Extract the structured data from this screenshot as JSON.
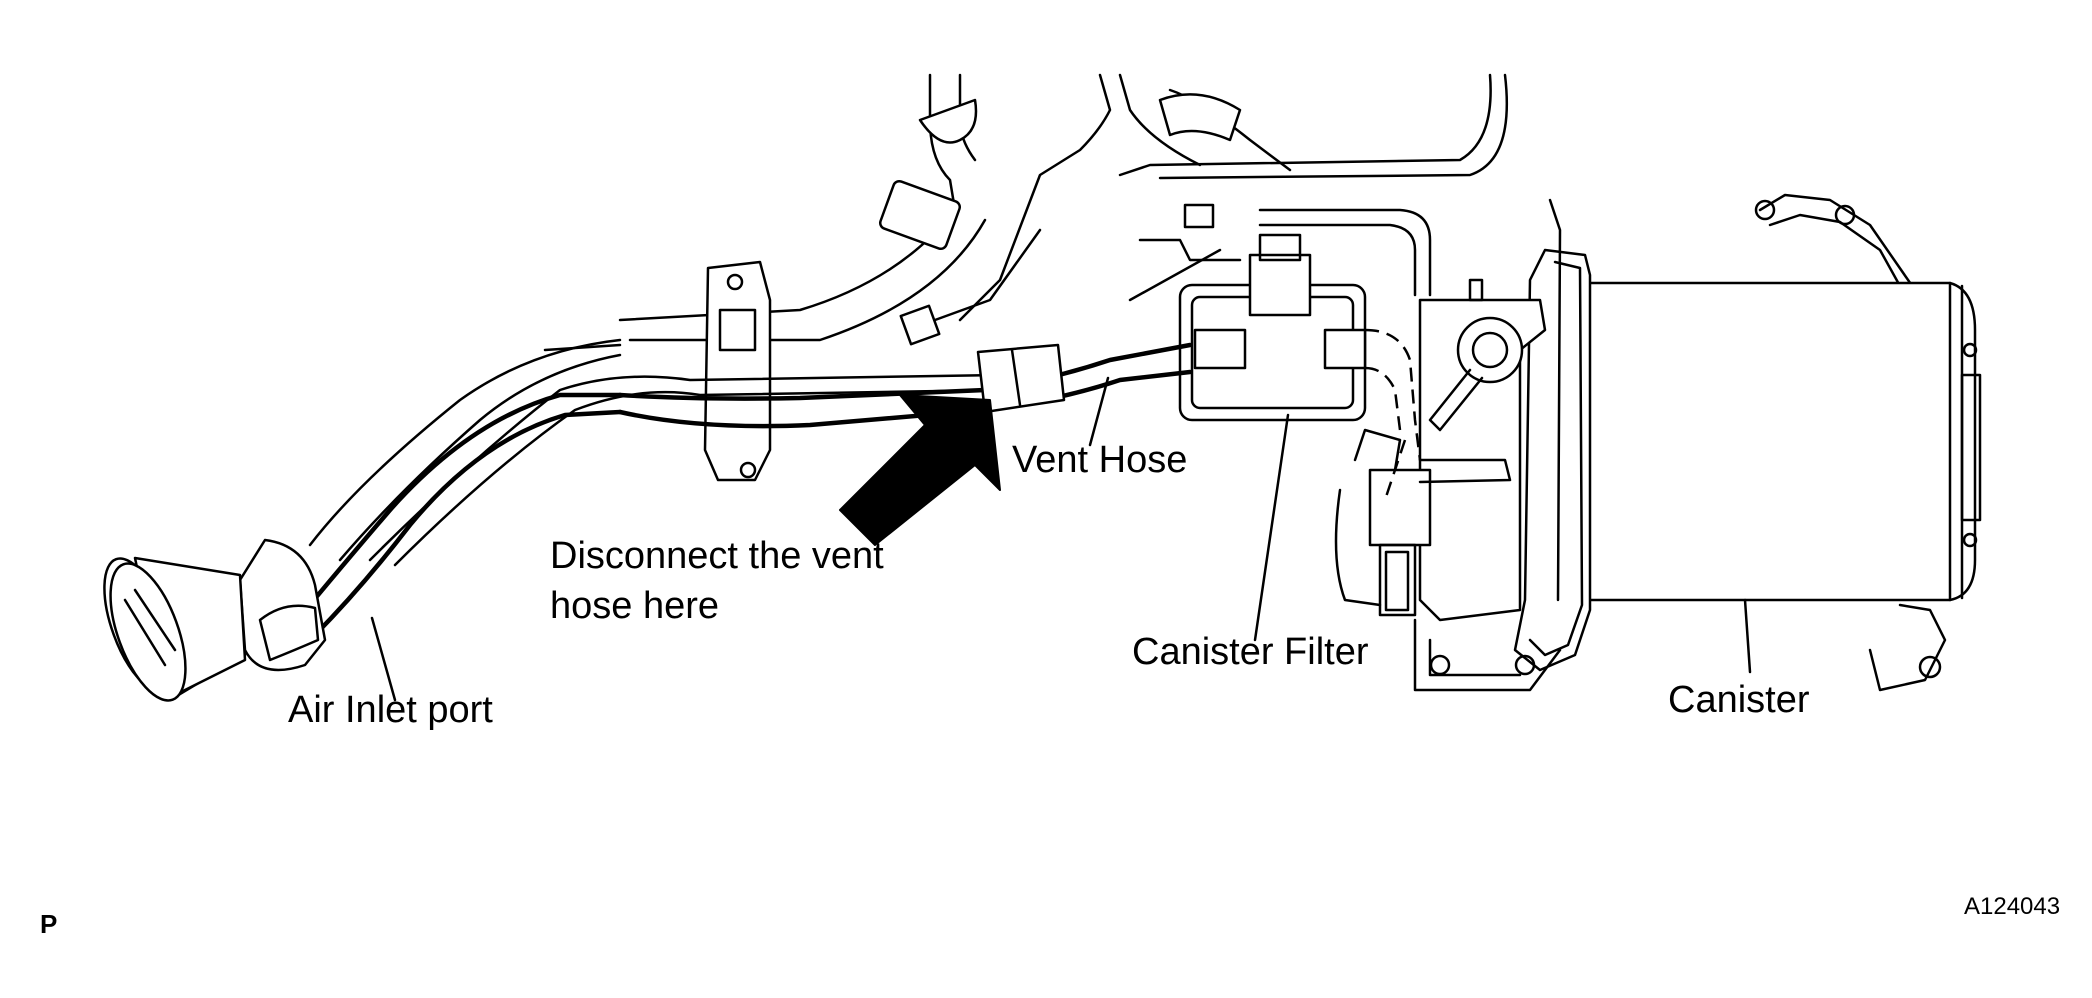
{
  "diagram": {
    "labels": {
      "air_inlet_port": "Air Inlet port",
      "disconnect_line1": "Disconnect the vent",
      "disconnect_line2": "hose here",
      "vent_hose": "Vent Hose",
      "canister_filter": "Canister Filter",
      "canister": "Canister"
    },
    "corner_left": "P",
    "figure_id": "A124043"
  }
}
